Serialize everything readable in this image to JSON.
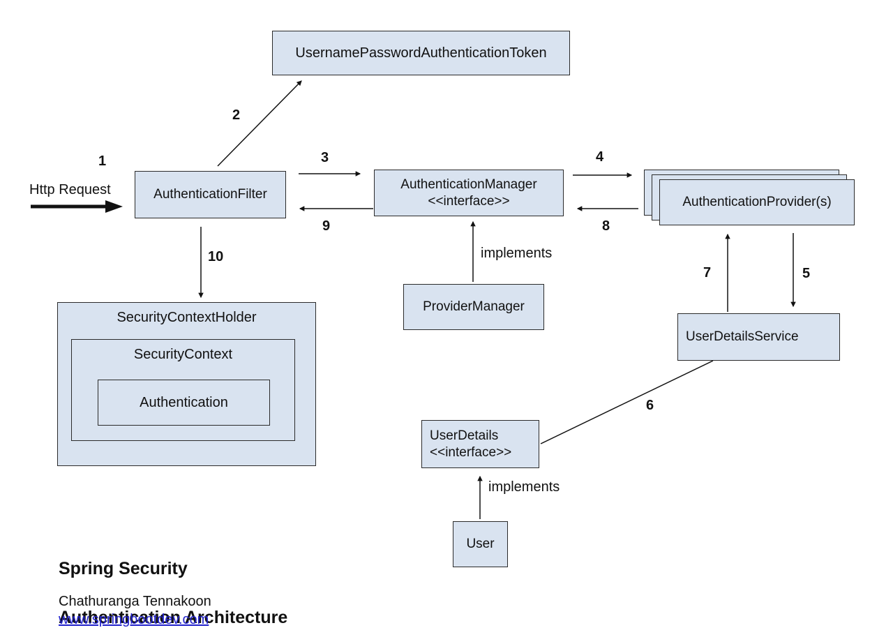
{
  "diagram": {
    "title_line1": "Spring Security",
    "title_line2": "Authentication Architecture",
    "author": "Chathuranga Tennakoon",
    "website": "www.springbootdev.com",
    "http_request_label": "Http Request",
    "implements_top": "implements",
    "implements_bottom": "implements"
  },
  "nodes": {
    "token": "UsernamePasswordAuthenticationToken",
    "filter": "AuthenticationFilter",
    "manager": "AuthenticationManager",
    "manager_stereotype": "<<interface>>",
    "providers": "AuthenticationProvider(s)",
    "provider_manager": "ProviderManager",
    "user_details_service": "UserDetailsService",
    "user_details": "UserDetails",
    "user_details_stereotype": "<<interface>>",
    "user": "User",
    "security_context_holder": "SecurityContextHolder",
    "security_context": "SecurityContext",
    "authentication": "Authentication"
  },
  "steps": {
    "s1": "1",
    "s2": "2",
    "s3": "3",
    "s4": "4",
    "s5": "5",
    "s6": "6",
    "s7": "7",
    "s8": "8",
    "s9": "9",
    "s10": "10"
  },
  "colors": {
    "box_fill": "#d9e3f0",
    "box_border": "#2a2a2a",
    "link_blue": "#2222cc"
  }
}
